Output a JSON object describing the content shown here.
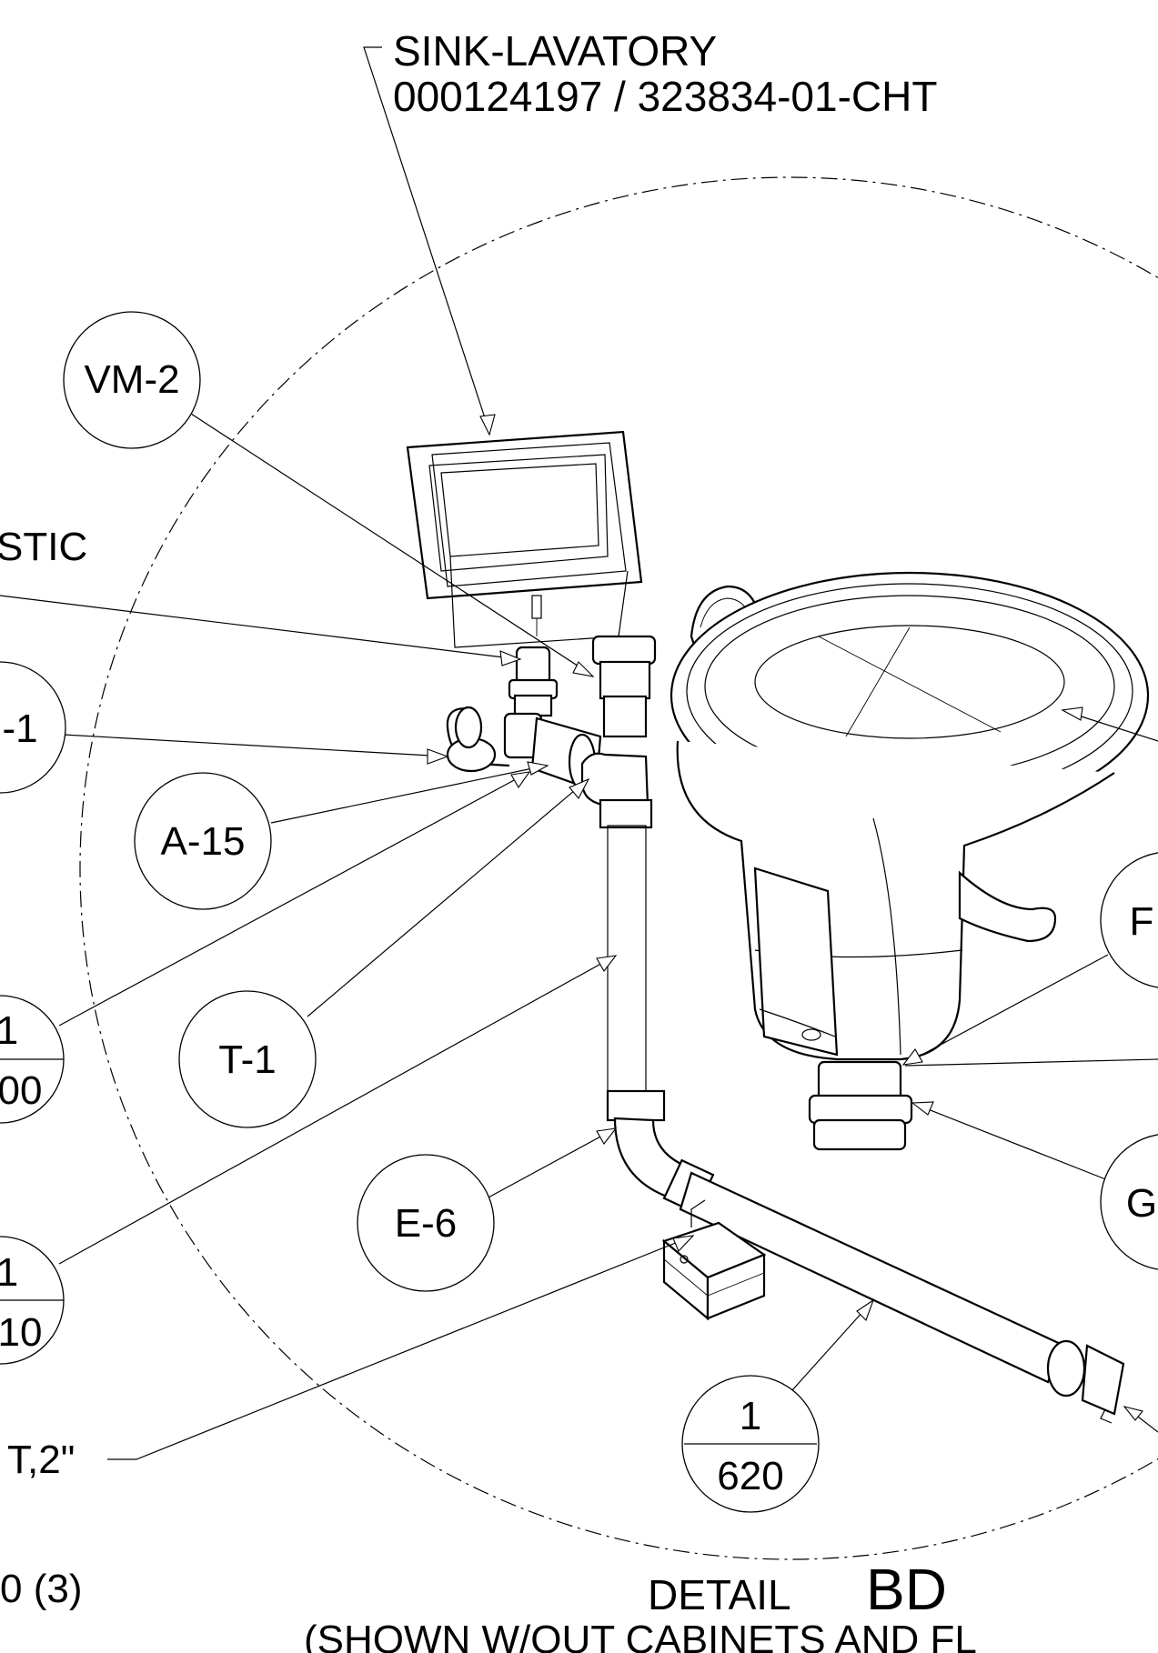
{
  "labels": {
    "sink_title": "SINK-LAVATORY",
    "sink_part": "000124197 / 323834-01-CHT",
    "stic_fragment": "STIC",
    "t2_fragment": "T,2\"",
    "count_fragment": "0 (3)",
    "detail_prefix": "DETAIL",
    "detail_id": "BD",
    "detail_note": "(SHOWN W/OUT CABINETS AND FL"
  },
  "bubbles": {
    "vm2": "VM-2",
    "a15": "A-15",
    "t1": "T-1",
    "e6": "E-6",
    "left1": "-1",
    "f": "F",
    "g": "G"
  },
  "split_bubbles": {
    "center_top": "1",
    "center_bottom": "620",
    "left_a_top": "1",
    "left_a_bottom": "00",
    "left_b_top": "1",
    "left_b_bottom": "10"
  }
}
